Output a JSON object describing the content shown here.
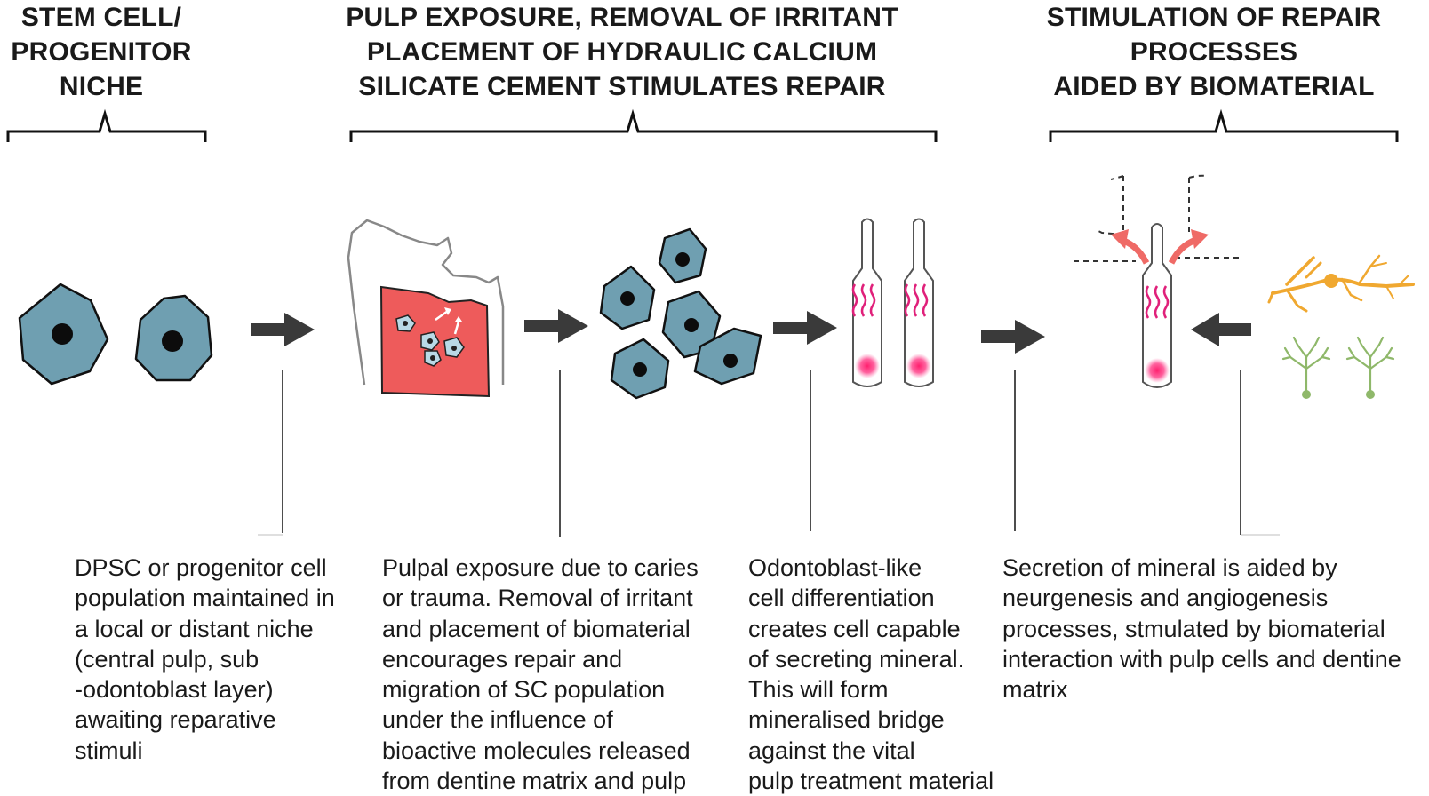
{
  "headings": {
    "niche": [
      "STEM CELL/",
      "PROGENITOR",
      "NICHE"
    ],
    "exposure": [
      "PULP EXPOSURE, REMOVAL OF IRRITANT",
      "PLACEMENT OF HYDRAULIC CALCIUM",
      "SILICATE CEMENT STIMULATES REPAIR"
    ],
    "stimulation": [
      "STIMULATION OF REPAIR",
      "PROCESSES",
      "AIDED BY BIOMATERIAL"
    ]
  },
  "descriptions": {
    "niche": [
      "DPSC or progenitor cell",
      "population maintained in",
      "a local or distant niche",
      "(central pulp, sub",
      "-odontoblast layer)",
      "awaiting reparative",
      "stimuli"
    ],
    "exposure": [
      "Pulpal exposure due to caries",
      "or trauma. Removal of irritant",
      "and placement of biomaterial",
      "encourages repair and",
      "migration of SC population",
      "under the influence of",
      "bioactive molecules released",
      "from dentine matrix and pulp"
    ],
    "differentiation": [
      "Odontoblast-like",
      "cell differentiation",
      "creates cell capable",
      "of secreting mineral.",
      "This will form",
      "mineralised bridge",
      "against the vital",
      "pulp treatment material"
    ],
    "secretion": [
      "Secretion of mineral is aided by",
      "neurgenesis and angiogenesis",
      "processes, stmulated by biomaterial",
      "interaction with pulp cells and dentine",
      "matrix"
    ]
  },
  "colors": {
    "cell_fill": "#6f9fb1",
    "pulp_red": "#ee5b5b",
    "neuron_orange": "#f0a830",
    "vessel_green": "#8fb86a",
    "marker_magenta": "#e0207a",
    "arrow_dark": "#3a3a3a",
    "arrow_red": "#ef6a66"
  }
}
